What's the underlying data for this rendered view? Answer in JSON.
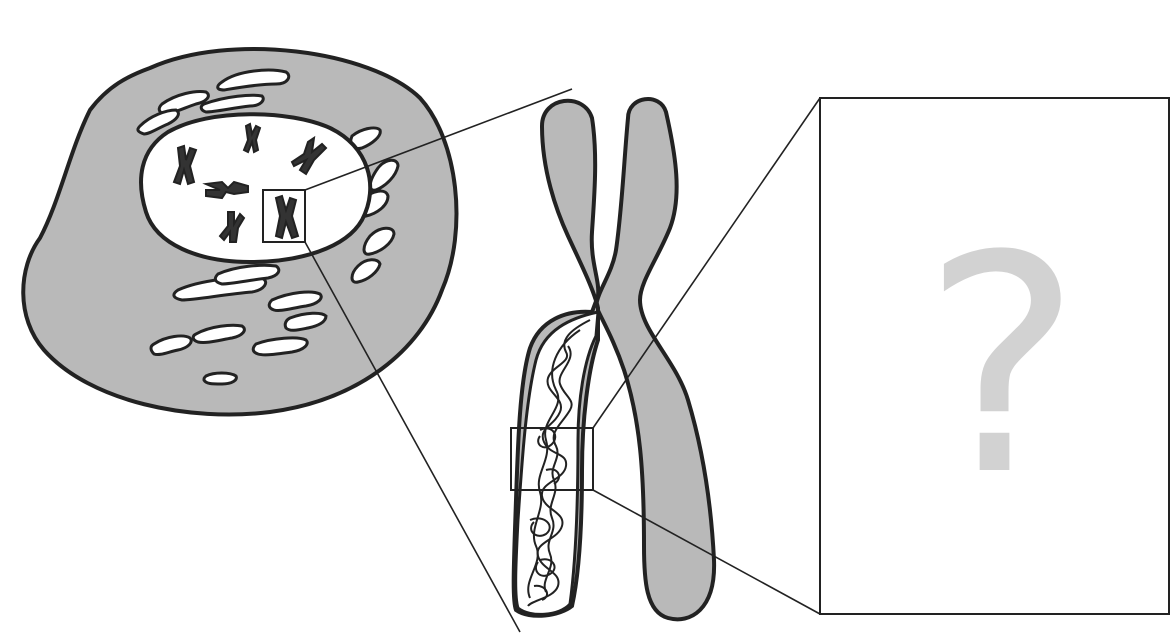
{
  "figure": {
    "zoom_panel": {
      "label": "?",
      "label_color": "#d2d2d2"
    },
    "colors": {
      "fill": "#b9b9b9",
      "outline": "#222222",
      "background": "#ffffff"
    },
    "icons": {
      "cell": "cell-illustration",
      "chromosome": "chromosome-illustration",
      "unknown": "question-mark"
    }
  }
}
